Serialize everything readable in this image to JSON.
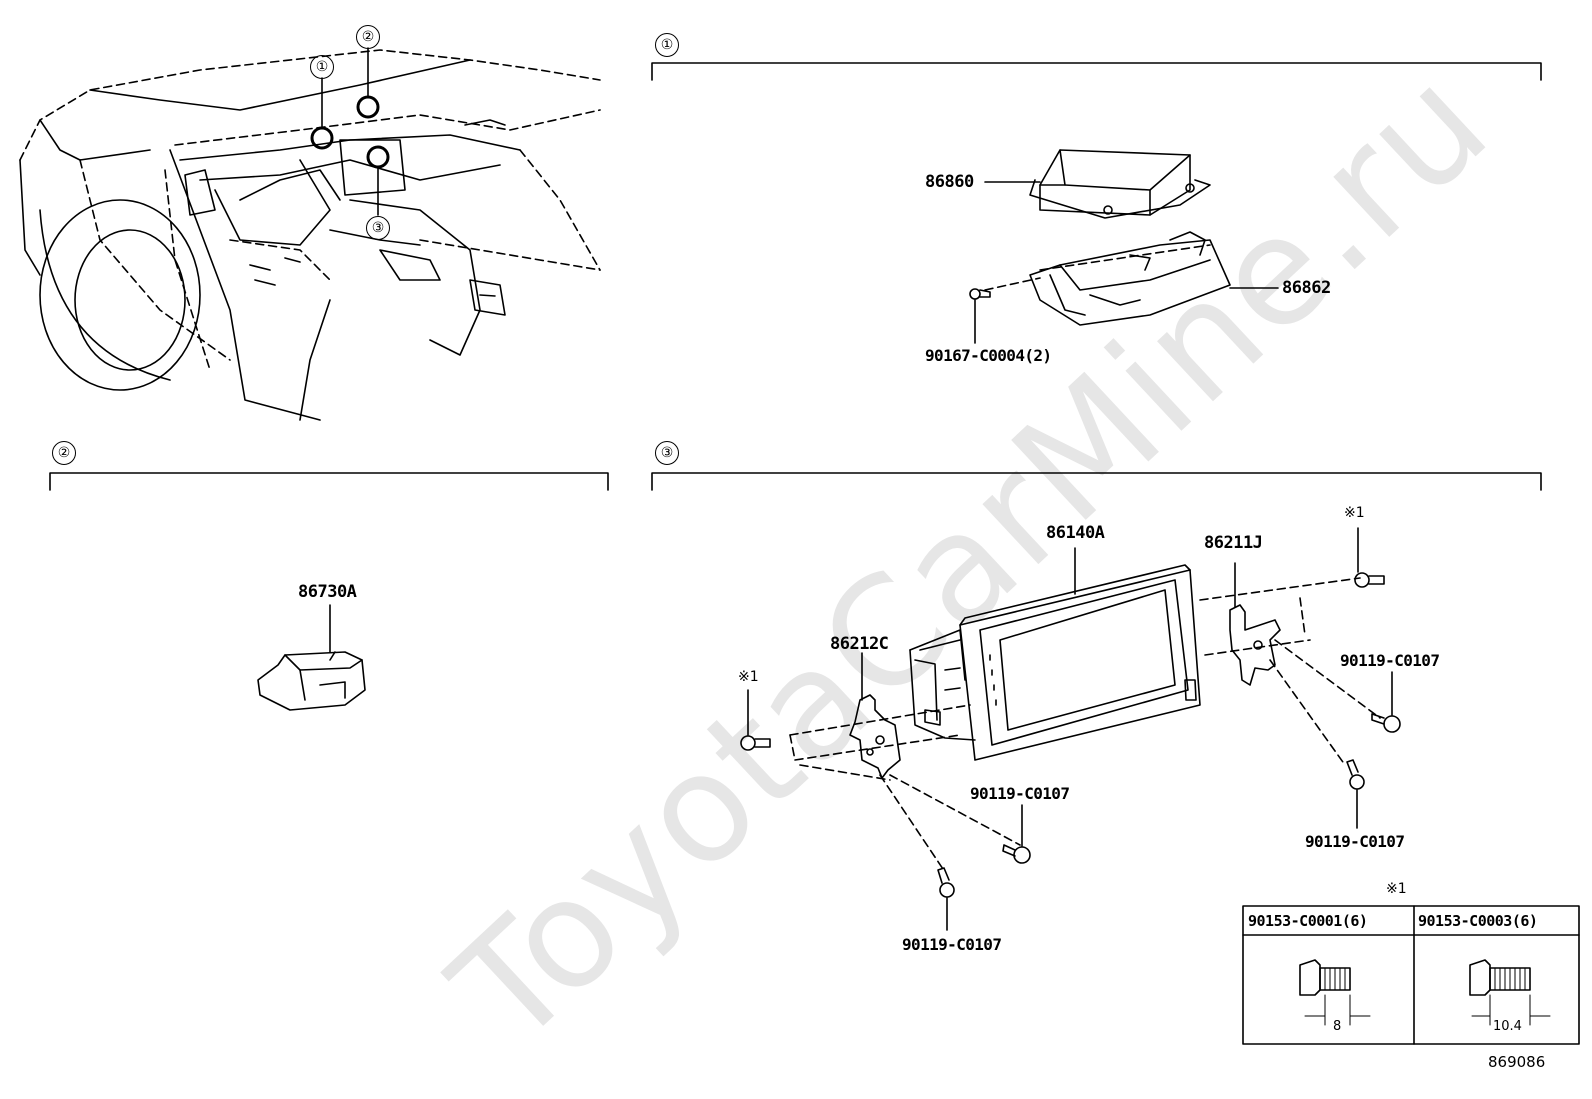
{
  "watermark": "ToyotaCarMine.ru",
  "overview": {
    "callouts": [
      "①",
      "②",
      "③"
    ]
  },
  "sections": {
    "s1": {
      "marker": "①",
      "parts": {
        "ecu": "86860",
        "bracket": "86862",
        "bolt": "90167-C0004(2)"
      }
    },
    "s2": {
      "marker": "②",
      "parts": {
        "module": "86730A"
      }
    },
    "s3": {
      "marker": "③",
      "parts": {
        "display": "86140A",
        "bracket_right": "86211J",
        "bracket_left": "86212C",
        "screw_a": "90119-C0107",
        "screw_b": "90119-C0107",
        "screw_c": "90119-C0107",
        "screw_d": "90119-C0107"
      },
      "notes": {
        "ref_top": "※1",
        "ref_left": "※1",
        "ref_table": "※1"
      },
      "table": {
        "col1": "90153-C0001(6)",
        "col2": "90153-C0003(6)",
        "dim1": "8",
        "dim2": "10.4"
      }
    }
  },
  "diagram_code": "869086"
}
